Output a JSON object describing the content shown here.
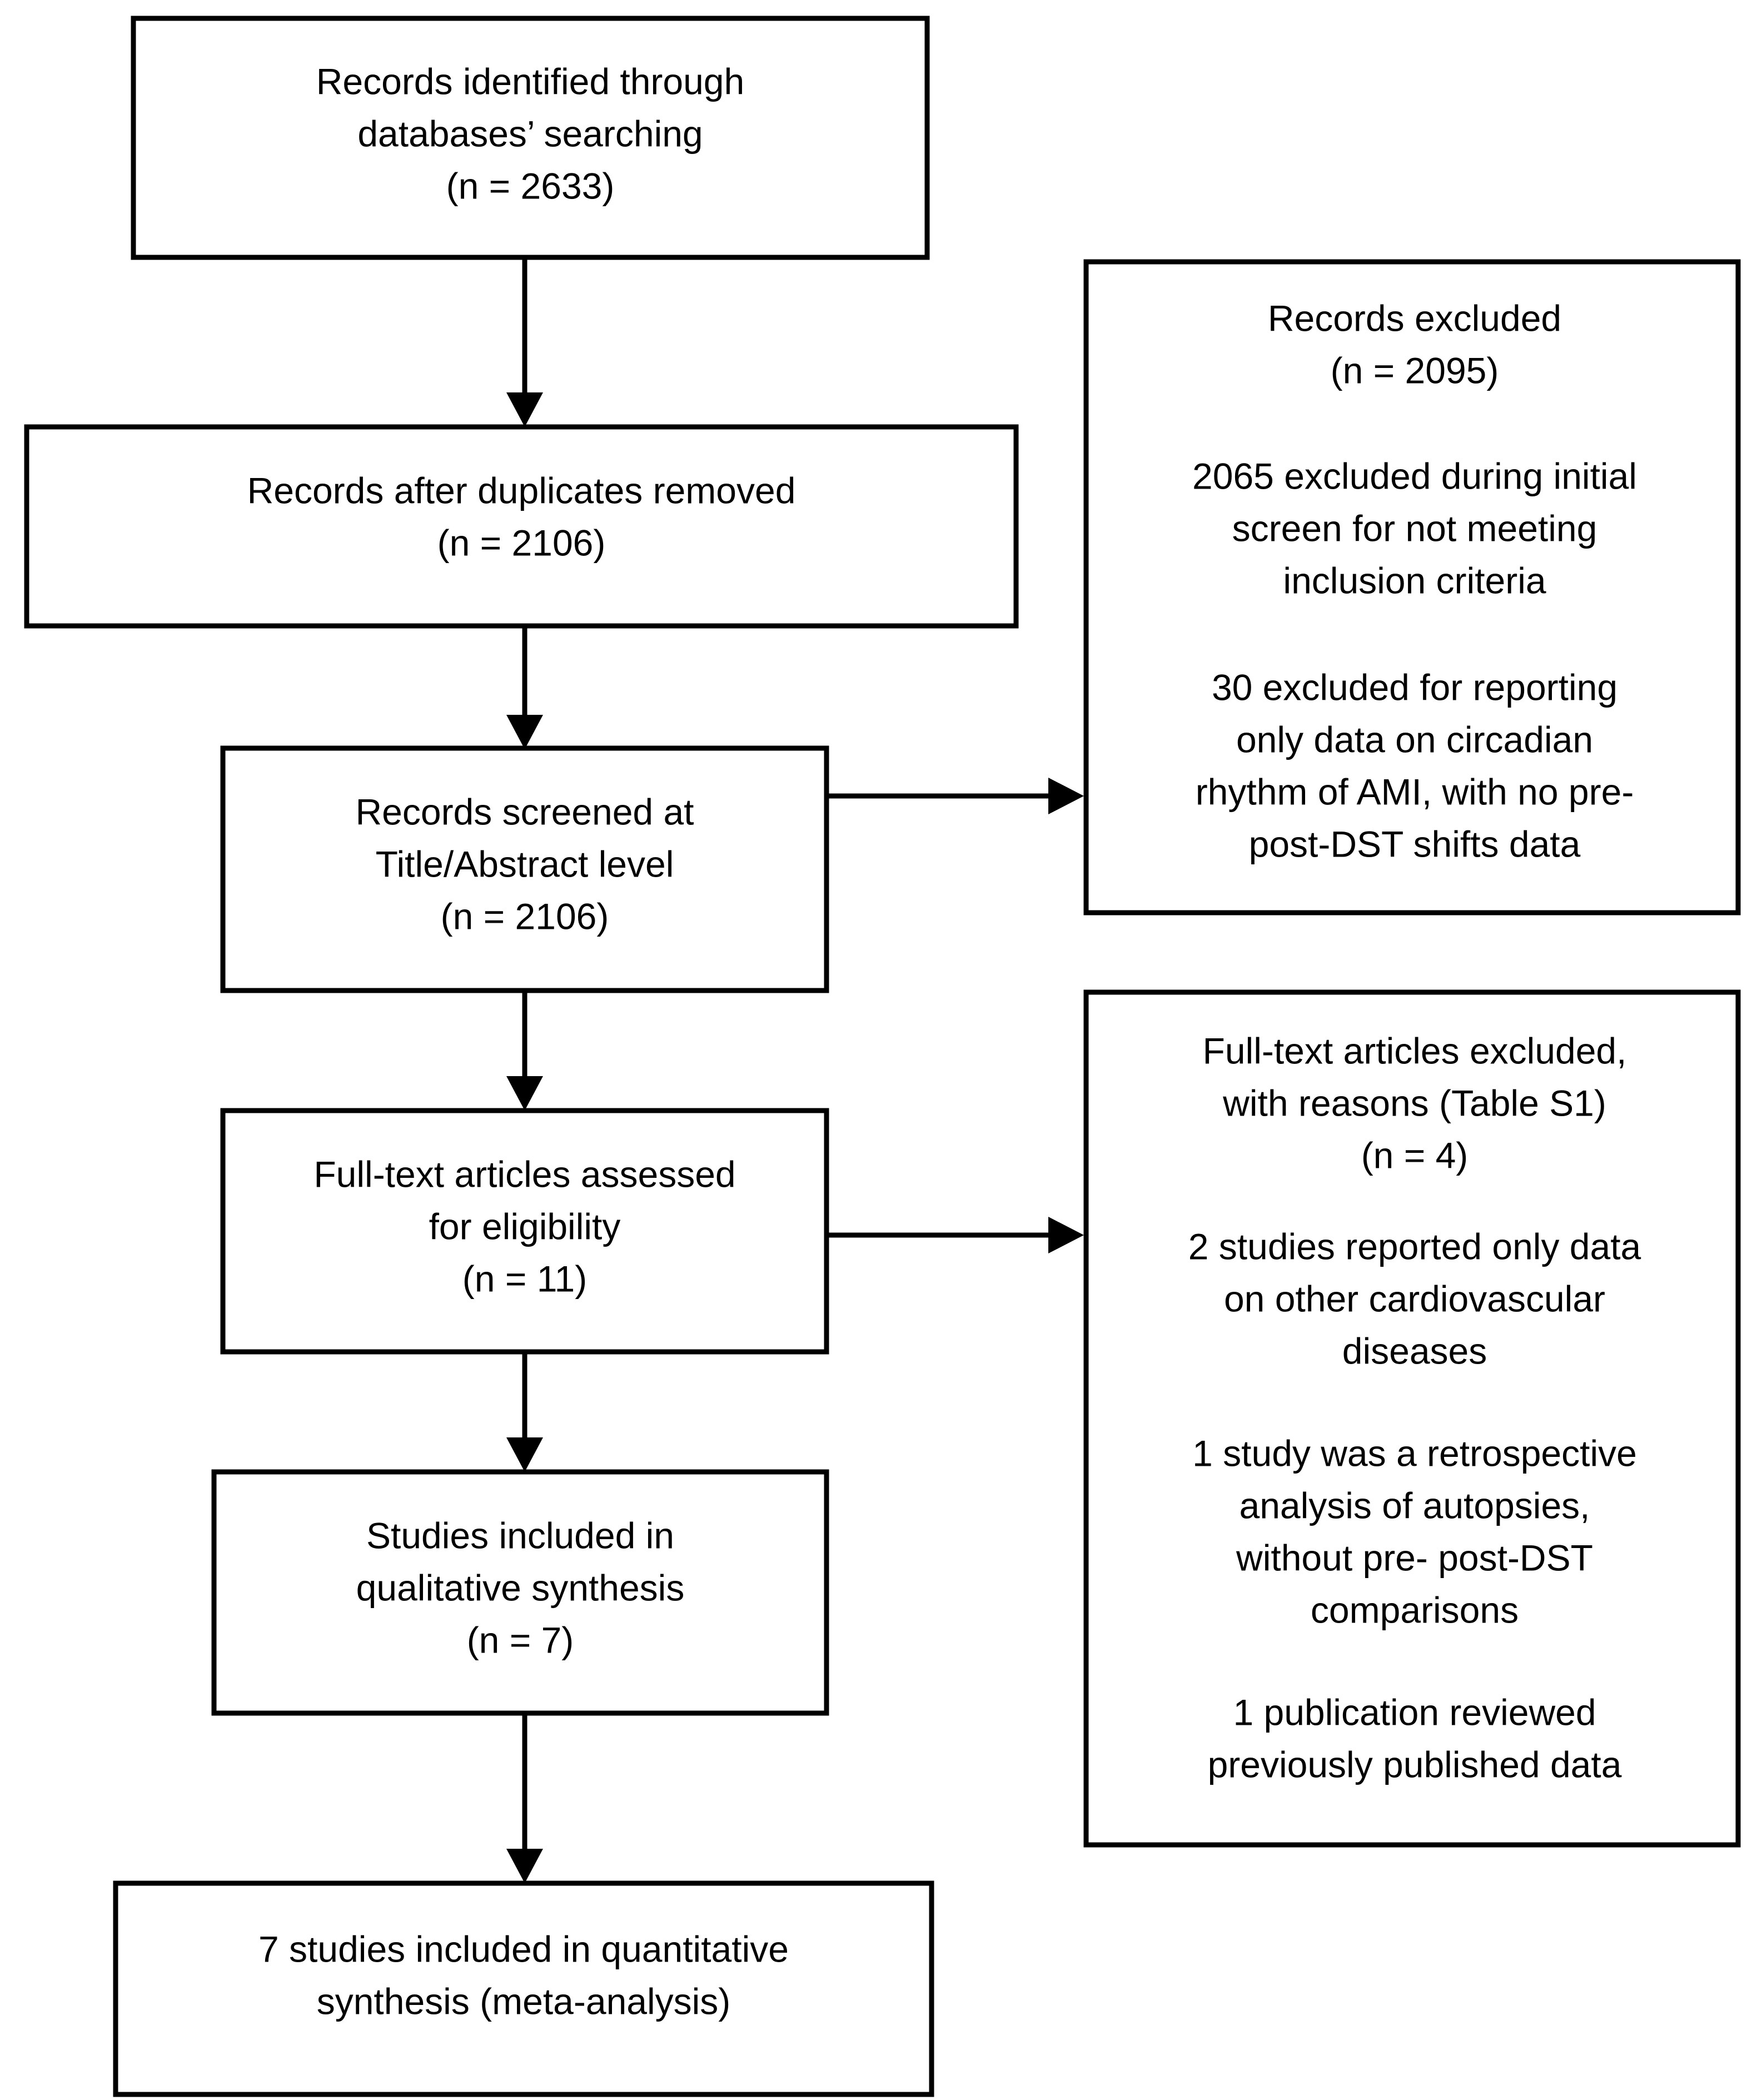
{
  "diagram": {
    "type": "prisma-flow-diagram",
    "title": "PRISMA study selection flow diagram",
    "background_color": "#ffffff",
    "line_color": "#000000",
    "text_color": "#000000"
  },
  "boxes": {
    "identified": {
      "name": "records-identified",
      "lines": [
        "Records identified through",
        "databases’ searching",
        "(n = 2633)"
      ],
      "count_label": "(n = 2633)",
      "count": 2633
    },
    "duplicates_removed": {
      "name": "records-after-duplicates-removed",
      "lines": [
        "Records after duplicates removed",
        "(n = 2106)"
      ],
      "count_label": "(n = 2106)",
      "count": 2106
    },
    "screened": {
      "name": "records-screened",
      "lines": [
        "Records screened at",
        "Title/Abstract level",
        "(n = 2106)"
      ],
      "count_label": "(n = 2106)",
      "count": 2106
    },
    "fulltext_assessed": {
      "name": "full-text-articles-assessed",
      "lines": [
        "Full-text articles assessed",
        "for eligibility",
        "(n = 11)"
      ],
      "count_label": "(n = 11)",
      "count": 11
    },
    "qualitative": {
      "name": "studies-included-qualitative",
      "lines": [
        "Studies included in",
        "qualitative synthesis",
        "(n = 7)"
      ],
      "count_label": "(n = 7)",
      "count": 7
    },
    "quantitative": {
      "name": "studies-included-quantitative",
      "lines": [
        "7 studies included in quantitative",
        "synthesis (meta-analysis)"
      ],
      "count": 7
    },
    "records_excluded": {
      "name": "records-excluded",
      "lines": [
        "Records excluded",
        "(n = 2095)",
        "",
        "2065 excluded during initial",
        "screen for not meeting",
        "inclusion criteria",
        "",
        "30 excluded for reporting",
        "only data on circadian",
        "rhythm of AMI, with no pre-",
        "post-DST shifts data"
      ],
      "count_label": "(n = 2095)",
      "count": 2095,
      "reasons": [
        {
          "n": 2065,
          "text": "2065 excluded during initial screen for not meeting inclusion criteria"
        },
        {
          "n": 30,
          "text": "30 excluded for reporting only data on circadian rhythm of AMI, with no pre-post-DST shifts data"
        }
      ]
    },
    "fulltext_excluded": {
      "name": "full-text-articles-excluded",
      "lines": [
        "Full-text articles excluded,",
        "with reasons (Table S1)",
        "(n = 4)",
        "",
        "2 studies reported only data",
        "on other cardiovascular",
        "diseases",
        "",
        "1 study was a retrospective",
        "analysis of autopsies,",
        "without pre- post-DST",
        "comparisons",
        "",
        "1 publication reviewed",
        "previously published data"
      ],
      "count_label": "(n = 4)",
      "count": 4,
      "table_reference": "Table S1",
      "reasons": [
        {
          "n": 2,
          "text": "2 studies reported only data on other cardiovascular diseases"
        },
        {
          "n": 1,
          "text": "1 study was a retrospective analysis of autopsies, without pre- post-DST comparisons"
        },
        {
          "n": 1,
          "text": "1 publication reviewed previously published data"
        }
      ]
    }
  }
}
